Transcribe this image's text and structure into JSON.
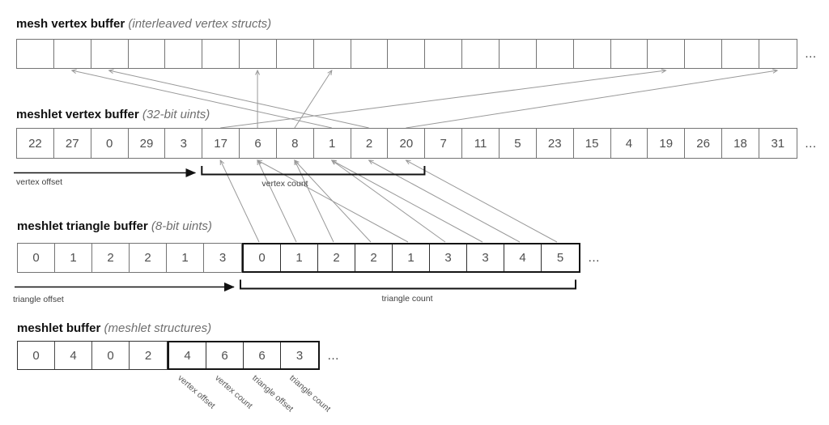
{
  "sections": [
    {
      "id": "mesh_vertex",
      "title": "mesh vertex buffer",
      "subtitle": "(interleaved vertex structs)",
      "cells": [
        "",
        "",
        "",
        "",
        "",
        "",
        "",
        "",
        "",
        "",
        "",
        "",
        "",
        "",
        "",
        "",
        "",
        "",
        "",
        "",
        ""
      ],
      "ellipsis": "…"
    },
    {
      "id": "meshlet_vertex",
      "title": "meshlet vertex buffer",
      "subtitle": "(32-bit uints)",
      "cells": [
        "22",
        "27",
        "0",
        "29",
        "3",
        "17",
        "6",
        "8",
        "1",
        "2",
        "20",
        "7",
        "11",
        "5",
        "23",
        "15",
        "4",
        "19",
        "26",
        "18",
        "31"
      ],
      "ellipsis": "…",
      "offset_label": "vertex offset",
      "count_label": "vertex count",
      "count_span": [
        5,
        10
      ]
    },
    {
      "id": "meshlet_triangle",
      "title": "meshlet triangle buffer",
      "subtitle": "(8-bit uints)",
      "cells": [
        "0",
        "1",
        "2",
        "2",
        "1",
        "3",
        "0",
        "1",
        "2",
        "2",
        "1",
        "3",
        "3",
        "4",
        "5"
      ],
      "bold_start": 6,
      "ellipsis": "…",
      "offset_label": "triangle offset",
      "count_label": "triangle count",
      "count_span": [
        6,
        14
      ]
    },
    {
      "id": "meshlet",
      "title": "meshlet buffer",
      "subtitle": "(meshlet structures)",
      "cells": [
        "0",
        "4",
        "0",
        "2",
        "4",
        "6",
        "6",
        "3"
      ],
      "bold_start": 4,
      "ellipsis": "…",
      "field_labels": [
        "vertex offset",
        "vertex count",
        "triangle offset",
        "triangle count"
      ]
    }
  ],
  "arrows": {
    "vertex_refs": [
      [
        5,
        17
      ],
      [
        6,
        6
      ],
      [
        7,
        8
      ],
      [
        8,
        1
      ],
      [
        9,
        2
      ],
      [
        10,
        20
      ]
    ],
    "triangle_refs": [
      [
        6,
        5
      ],
      [
        7,
        6
      ],
      [
        8,
        7
      ],
      [
        9,
        7
      ],
      [
        10,
        6
      ],
      [
        11,
        8
      ],
      [
        12,
        8
      ],
      [
        13,
        9
      ],
      [
        14,
        10
      ]
    ]
  },
  "colors": {
    "ref_arrow": "#999999",
    "annotation": "#111111",
    "grid": "#747474",
    "bold_outline": "#141414",
    "number": "#4f4f4f",
    "subtitle": "#6f6f6f"
  }
}
